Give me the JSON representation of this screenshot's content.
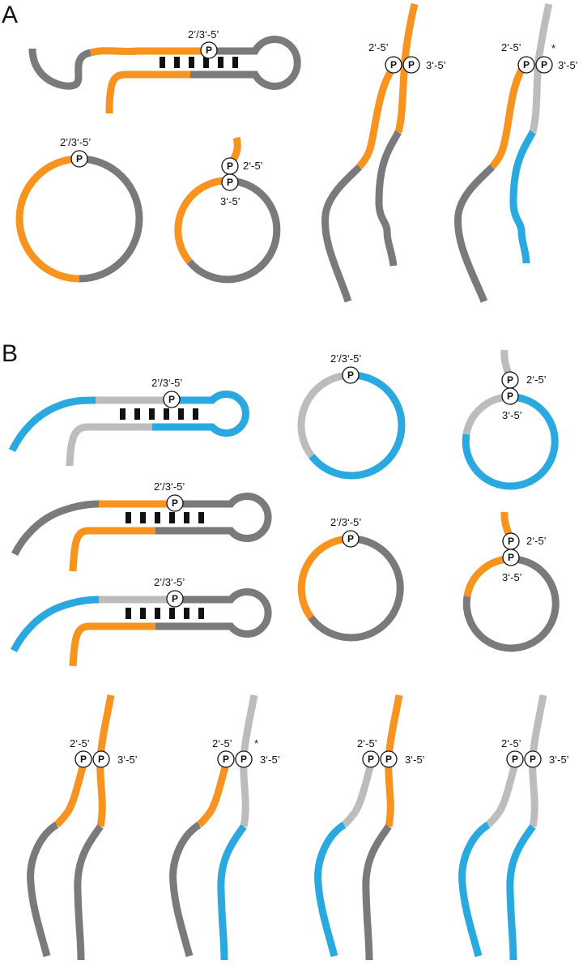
{
  "panels": {
    "a": "A",
    "b": "B"
  },
  "labels": {
    "both": "2’/3‘-5’",
    "two": "2‘-5’",
    "three": "3‘-5’",
    "p": "P",
    "star": "*"
  },
  "colors": {
    "orange": "#f7931e",
    "dark_gray": "#7a7a7c",
    "light_gray": "#bcbcbc",
    "blue": "#29a9e0"
  }
}
